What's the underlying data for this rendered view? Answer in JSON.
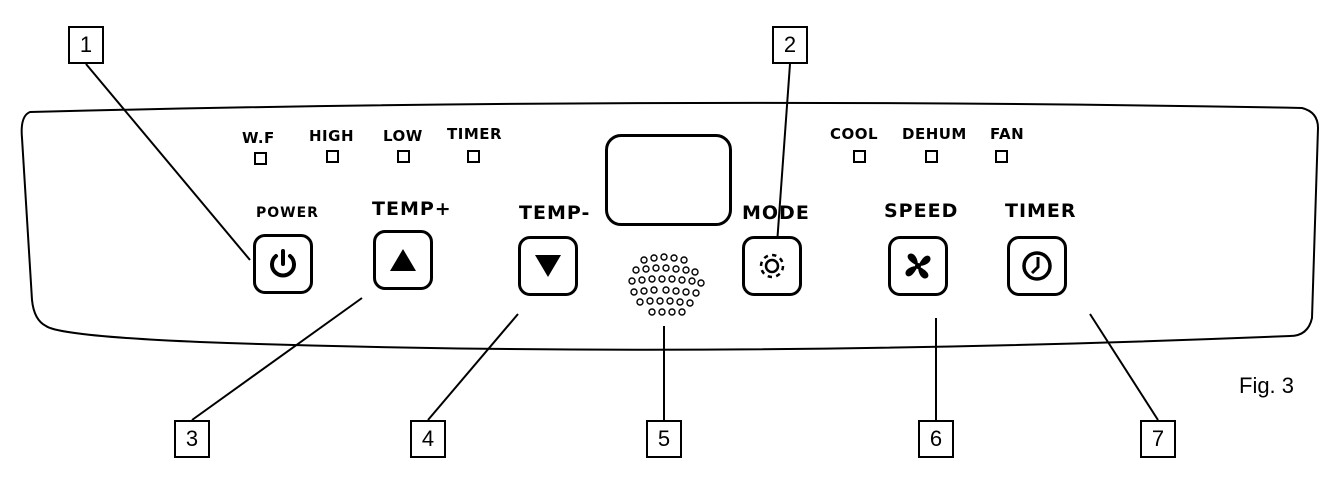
{
  "callouts": [
    "1",
    "2",
    "3",
    "4",
    "5",
    "6",
    "7"
  ],
  "indicators_left": [
    "W.F",
    "HIGH",
    "LOW",
    "TIMER"
  ],
  "indicators_right": [
    "COOL",
    "DEHUM",
    "FAN"
  ],
  "buttons": {
    "power": "POWER",
    "temp_up": "TEMP+",
    "temp_down": "TEMP-",
    "mode": "MODE",
    "speed": "SPEED",
    "timer": "TIMER"
  },
  "icons": {
    "power": "power-icon",
    "temp_up": "up-arrow-icon",
    "temp_down": "down-arrow-icon",
    "mode": "gear-icon",
    "speed": "fan-icon",
    "timer": "clock-icon",
    "sensor": "receiver-sensor-icon"
  },
  "figure_caption": "Fig. 3"
}
